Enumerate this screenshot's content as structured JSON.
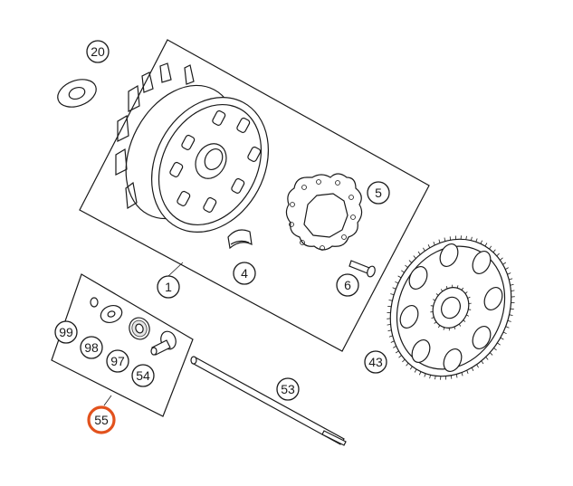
{
  "callouts": [
    {
      "id": "c20",
      "label": "20",
      "highlight": false
    },
    {
      "id": "c5",
      "label": "5",
      "highlight": false
    },
    {
      "id": "c1",
      "label": "1",
      "highlight": false
    },
    {
      "id": "c4",
      "label": "4",
      "highlight": false
    },
    {
      "id": "c6",
      "label": "6",
      "highlight": false
    },
    {
      "id": "c99",
      "label": "99",
      "highlight": false
    },
    {
      "id": "c98",
      "label": "98",
      "highlight": false
    },
    {
      "id": "c97",
      "label": "97",
      "highlight": false
    },
    {
      "id": "c54",
      "label": "54",
      "highlight": false
    },
    {
      "id": "c55",
      "label": "55",
      "highlight": true
    },
    {
      "id": "c53",
      "label": "53",
      "highlight": false
    },
    {
      "id": "c43",
      "label": "43",
      "highlight": false
    }
  ],
  "colors": {
    "highlight": "#e2521d",
    "line": "#1a1a1a",
    "background": "#ffffff"
  }
}
